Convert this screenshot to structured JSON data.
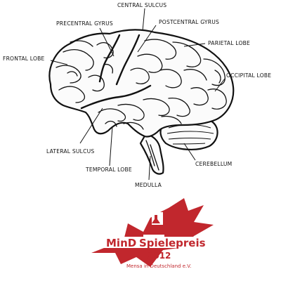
{
  "labels": {
    "central_sulcus": "CENTRAL SULCUS",
    "precentral_gyrus": "PRECENTRAL GYRUS",
    "postcentral_gyrus": "POSTCENTRAL GYRUS",
    "parietal_lobe": "PARIETAL LOBE",
    "frontal_lobe": "FRONTAL LOBE",
    "occipital_lobe": "OCCIPITAL LOBE",
    "lateral_sulcus": "LATERAL SULCUS",
    "cerebellum": "CEREBELLUM",
    "temporal_lobe": "TEMPORAL LOBE",
    "medulla": "MEDULLA"
  },
  "logo": {
    "brand": "MinD",
    "title": "Spielepreis",
    "year": "2012",
    "subtitle": "Mensa in Deutschland e.V.",
    "color": "#c1272d"
  }
}
